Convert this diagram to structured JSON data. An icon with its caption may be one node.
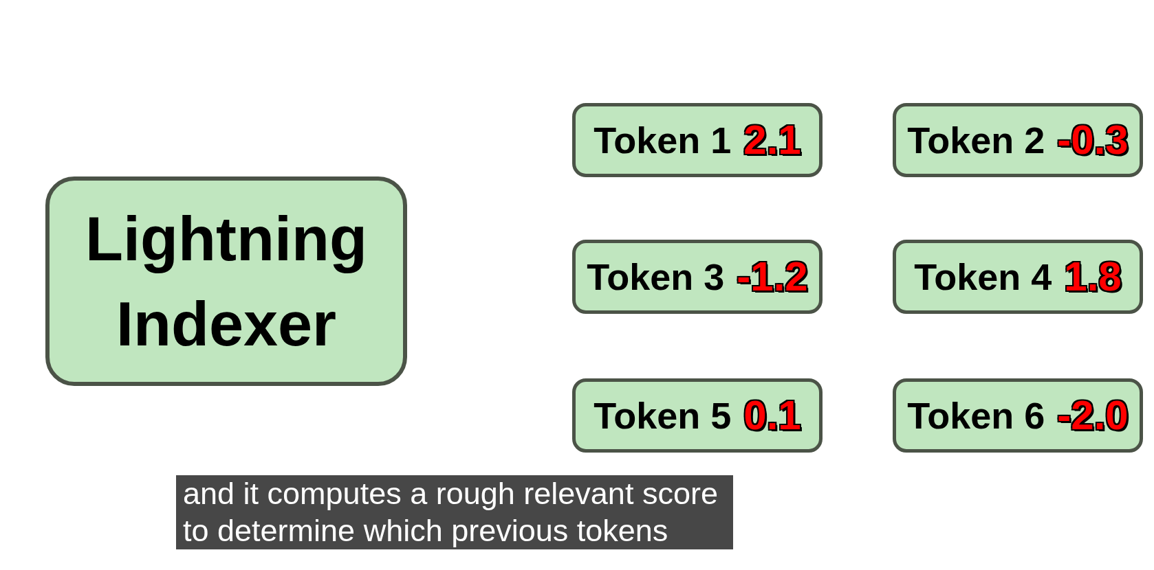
{
  "diagram": {
    "caption": "and it computes a rough relevant score to determine which previous tokens",
    "nodes": [
      {
        "text": [
          "Lightning Indexer"
        ]
      },
      {
        "text": [
          "Token 1",
          "2.1"
        ]
      },
      {
        "text": [
          "Token 2",
          "-0.3"
        ]
      },
      {
        "text": [
          "Token 3",
          "-1.2"
        ]
      },
      {
        "text": [
          "Token 4",
          "1.8"
        ]
      },
      {
        "text": [
          "Token 5",
          "0.1"
        ]
      },
      {
        "text": [
          "Token 6",
          "-2.0"
        ]
      }
    ]
  }
}
